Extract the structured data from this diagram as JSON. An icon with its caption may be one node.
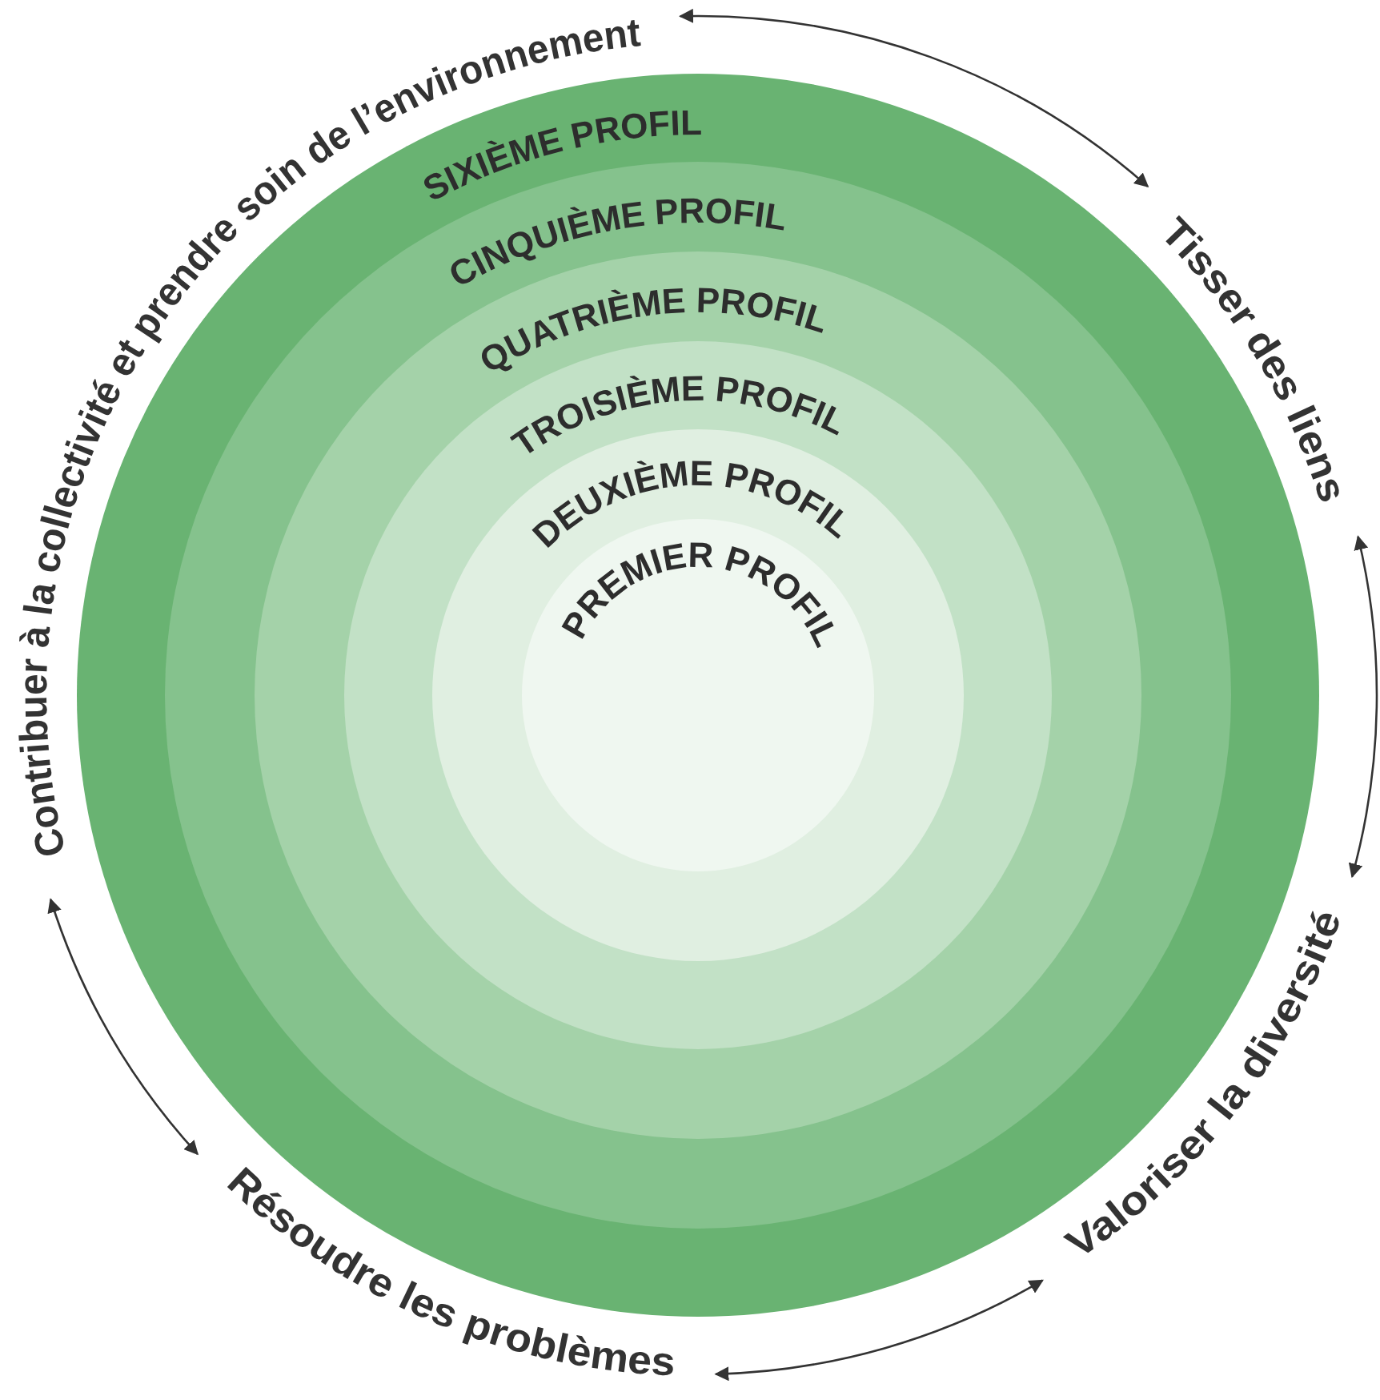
{
  "diagram": {
    "nodes": [
      {
        "text": [
          "SIXIÈME PROFIL"
        ]
      },
      {
        "text": [
          "CINQUIÈME PROFIL"
        ],
        "in": 0
      },
      {
        "text": [
          "QUATRIÈME PROFIL"
        ],
        "in": 1
      },
      {
        "text": [
          "TROISIÈME PROFIL"
        ],
        "in": 2
      },
      {
        "text": [
          "DEUXIÈME PROFIL"
        ],
        "in": 3
      },
      {
        "text": [
          "PREMIER PROFIL"
        ],
        "in": 4
      },
      {
        "text": [
          "Contribuer à la collectivité et prendre soin de l’environnement"
        ]
      },
      {
        "text": [
          "Tisser des liens"
        ]
      },
      {
        "text": [
          "Valoriser la diversité"
        ]
      },
      {
        "text": [
          "Résoudre les problèmes"
        ]
      }
    ],
    "edges": [
      {
        "from": 6,
        "to": 7,
        "arrow": "both"
      },
      {
        "from": 7,
        "to": 8,
        "arrow": "both"
      },
      {
        "from": 8,
        "to": 9,
        "arrow": "both"
      },
      {
        "from": 9,
        "to": 6,
        "arrow": "both"
      }
    ]
  }
}
